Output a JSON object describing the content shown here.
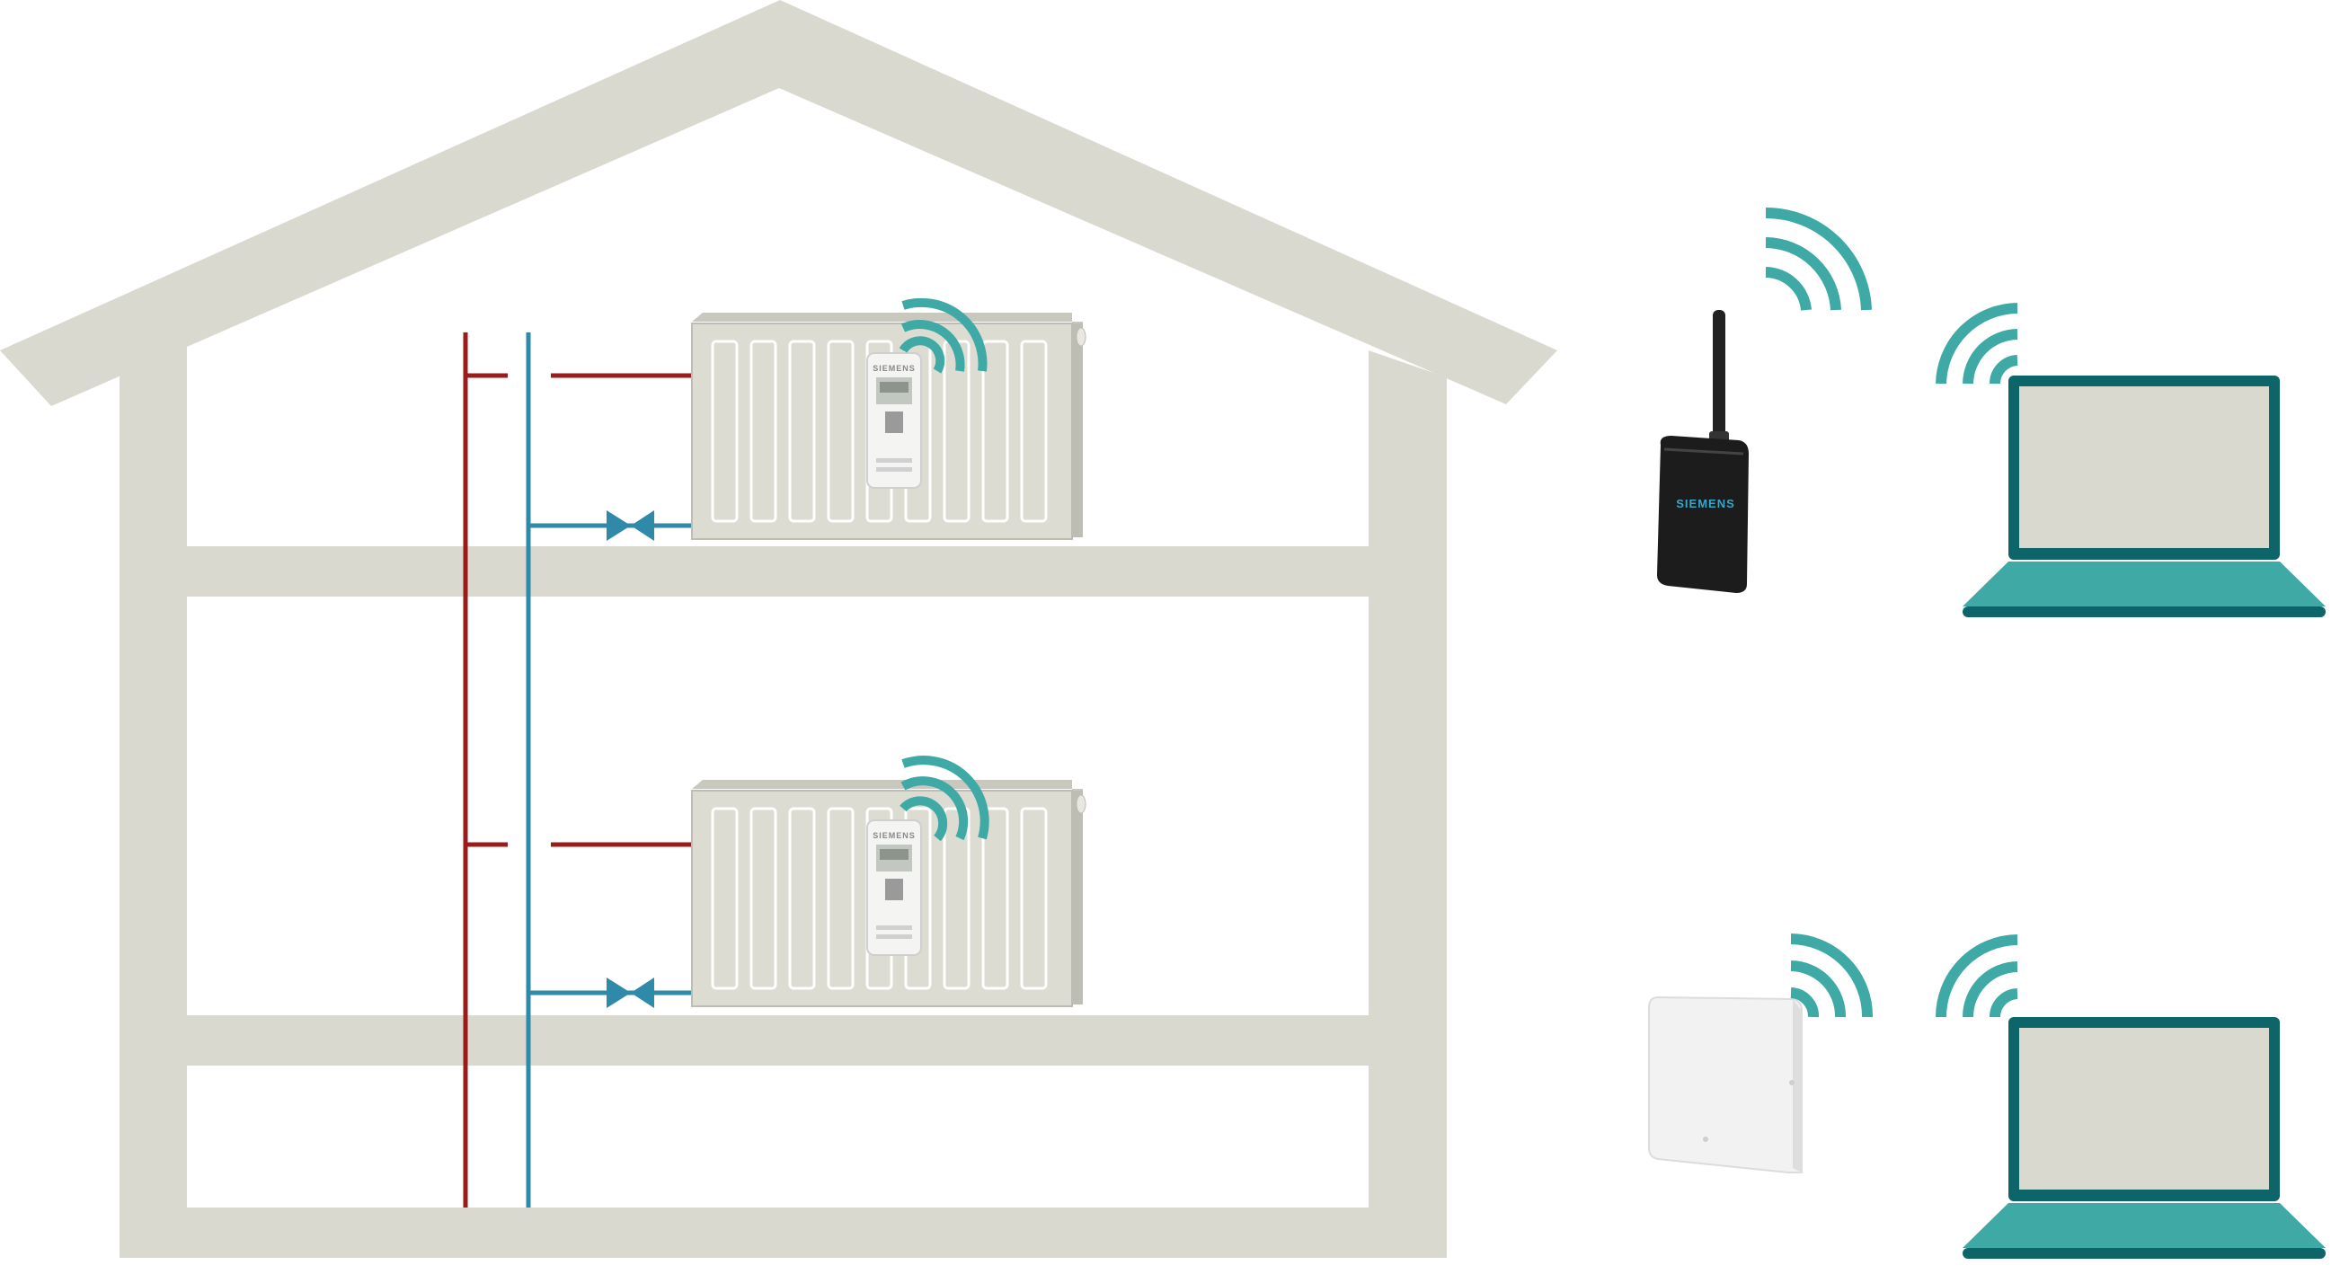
{
  "colors": {
    "wall": "#d9d9d0",
    "supply_pipe": "#9b1b1b",
    "return_pipe": "#2e8aa8",
    "radiator": "#dcdcd3",
    "radiator_edge": "#bdbdb3",
    "wifi": "#3fa9a5",
    "laptop_frame": "#0d6469",
    "laptop_base": "#3fa9a5",
    "laptop_screen": "#d9d9d0",
    "gateway_body": "#1c1c1c",
    "router_body": "#f2f2f2"
  },
  "devices": {
    "meter_brand": "SIEMENS",
    "gateway_brand": "SIEMENS"
  },
  "icons": [
    "house-outline",
    "radiator",
    "heat-cost-allocator",
    "wifi-icon",
    "radio-gateway",
    "router",
    "laptop-icon",
    "valve-icon"
  ]
}
